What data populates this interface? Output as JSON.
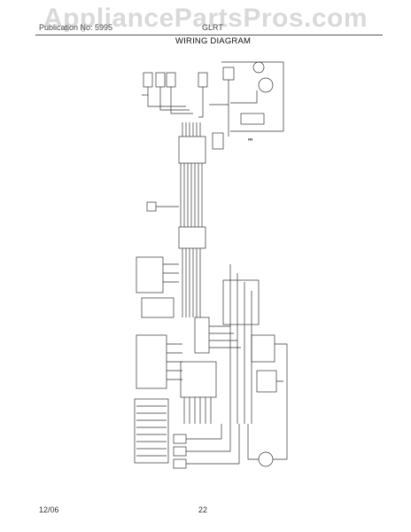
{
  "watermark": "AppliancePartsPros.com",
  "header": {
    "left_text": "Publication No: 5995",
    "right_text": "GLRT"
  },
  "title": "WIRING DIAGRAM",
  "footer": {
    "date": "12/06",
    "page_number": "22"
  },
  "colors": {
    "line": "#333333",
    "watermark": "#9a9a9a"
  }
}
